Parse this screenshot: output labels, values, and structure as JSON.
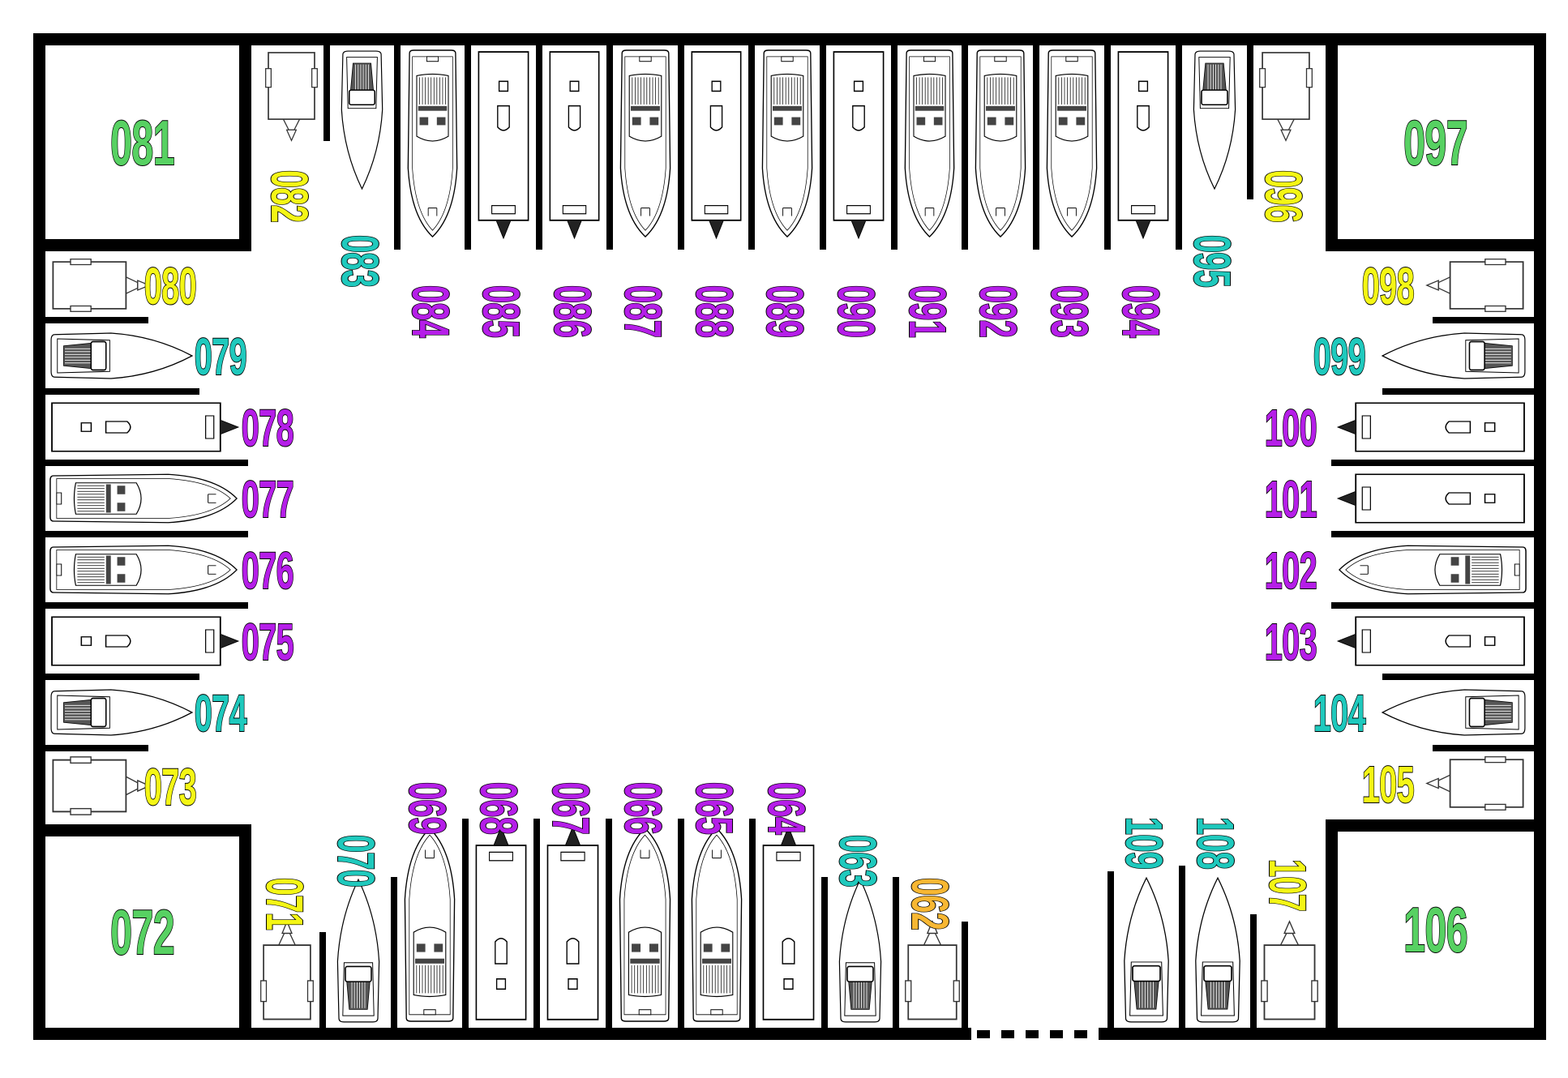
{
  "title": "Boat and trailer storage slot map",
  "legend_colors": {
    "green": "#57d162",
    "yellow": "#f4f615",
    "teal": "#1fc9bd",
    "purple": "#b51ee8",
    "orange": "#f7b733"
  },
  "corner_units": [
    {
      "id": "081",
      "color": "#57d162"
    },
    {
      "id": "097",
      "color": "#57d162"
    },
    {
      "id": "072",
      "color": "#57d162"
    },
    {
      "id": "106",
      "color": "#57d162"
    }
  ],
  "top_row": [
    {
      "id": "082",
      "type": "trailer",
      "color": "#f4f615"
    },
    {
      "id": "083",
      "type": "small-boat",
      "color": "#1fc9bd"
    },
    {
      "id": "084",
      "type": "speedboat",
      "color": "#b51ee8"
    },
    {
      "id": "085",
      "type": "pontoon",
      "color": "#b51ee8"
    },
    {
      "id": "086",
      "type": "pontoon",
      "color": "#b51ee8"
    },
    {
      "id": "087",
      "type": "speedboat",
      "color": "#b51ee8"
    },
    {
      "id": "088",
      "type": "pontoon",
      "color": "#b51ee8"
    },
    {
      "id": "089",
      "type": "speedboat",
      "color": "#b51ee8"
    },
    {
      "id": "090",
      "type": "pontoon",
      "color": "#b51ee8"
    },
    {
      "id": "091",
      "type": "speedboat",
      "color": "#b51ee8"
    },
    {
      "id": "092",
      "type": "speedboat",
      "color": "#b51ee8"
    },
    {
      "id": "093",
      "type": "speedboat",
      "color": "#b51ee8"
    },
    {
      "id": "094",
      "type": "pontoon",
      "color": "#b51ee8"
    },
    {
      "id": "095",
      "type": "small-boat",
      "color": "#1fc9bd"
    },
    {
      "id": "096",
      "type": "trailer",
      "color": "#f4f615"
    }
  ],
  "left_column": [
    {
      "id": "080",
      "type": "trailer",
      "color": "#f4f615"
    },
    {
      "id": "079",
      "type": "small-boat",
      "color": "#1fc9bd"
    },
    {
      "id": "078",
      "type": "pontoon",
      "color": "#b51ee8"
    },
    {
      "id": "077",
      "type": "speedboat",
      "color": "#b51ee8"
    },
    {
      "id": "076",
      "type": "speedboat",
      "color": "#b51ee8"
    },
    {
      "id": "075",
      "type": "pontoon",
      "color": "#b51ee8"
    },
    {
      "id": "074",
      "type": "small-boat",
      "color": "#1fc9bd"
    },
    {
      "id": "073",
      "type": "trailer",
      "color": "#f4f615"
    }
  ],
  "right_column": [
    {
      "id": "098",
      "type": "trailer",
      "color": "#f4f615"
    },
    {
      "id": "099",
      "type": "small-boat",
      "color": "#1fc9bd"
    },
    {
      "id": "100",
      "type": "pontoon",
      "color": "#b51ee8"
    },
    {
      "id": "101",
      "type": "pontoon",
      "color": "#b51ee8"
    },
    {
      "id": "102",
      "type": "speedboat",
      "color": "#b51ee8"
    },
    {
      "id": "103",
      "type": "pontoon",
      "color": "#b51ee8"
    },
    {
      "id": "104",
      "type": "small-boat",
      "color": "#1fc9bd"
    },
    {
      "id": "105",
      "type": "trailer",
      "color": "#f4f615"
    }
  ],
  "bottom_row": [
    {
      "id": "071",
      "type": "trailer",
      "color": "#f4f615"
    },
    {
      "id": "070",
      "type": "small-boat",
      "color": "#1fc9bd"
    },
    {
      "id": "069",
      "type": "speedboat",
      "color": "#b51ee8"
    },
    {
      "id": "068",
      "type": "pontoon",
      "color": "#b51ee8"
    },
    {
      "id": "067",
      "type": "pontoon",
      "color": "#b51ee8"
    },
    {
      "id": "066",
      "type": "speedboat",
      "color": "#b51ee8"
    },
    {
      "id": "065",
      "type": "speedboat",
      "color": "#b51ee8"
    },
    {
      "id": "064",
      "type": "pontoon",
      "color": "#b51ee8"
    },
    {
      "id": "063",
      "type": "small-boat",
      "color": "#1fc9bd"
    },
    {
      "id": "062",
      "type": "trailer",
      "color": "#f7b733"
    }
  ],
  "bottom_right_row": [
    {
      "id": "109",
      "type": "small-boat",
      "color": "#1fc9bd"
    },
    {
      "id": "108",
      "type": "small-boat",
      "color": "#1fc9bd"
    },
    {
      "id": "107",
      "type": "trailer",
      "color": "#f4f615"
    }
  ],
  "gate": {
    "label": "entrance-gate"
  }
}
